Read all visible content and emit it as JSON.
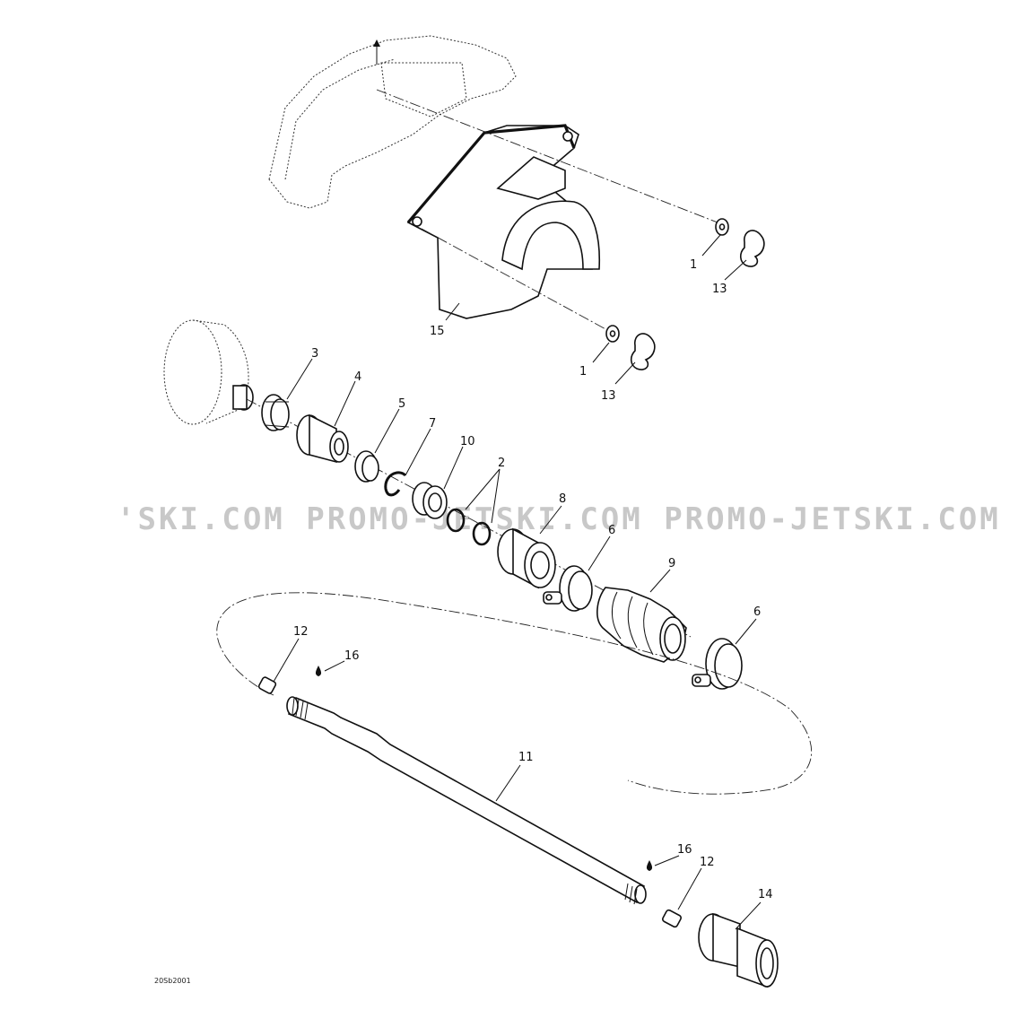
{
  "diagram": {
    "drawing_ref": "20Sb2001",
    "watermark": "'SKI.COM   PROMO-JETSKI.COM   PROMO-JETSKI.COM",
    "callouts": [
      {
        "id": "callout-1a",
        "label": "1"
      },
      {
        "id": "callout-13a",
        "label": "13"
      },
      {
        "id": "callout-15",
        "label": "15"
      },
      {
        "id": "callout-1b",
        "label": "1"
      },
      {
        "id": "callout-13b",
        "label": "13"
      },
      {
        "id": "callout-3",
        "label": "3"
      },
      {
        "id": "callout-4",
        "label": "4"
      },
      {
        "id": "callout-5",
        "label": "5"
      },
      {
        "id": "callout-7",
        "label": "7"
      },
      {
        "id": "callout-10",
        "label": "10"
      },
      {
        "id": "callout-2",
        "label": "2"
      },
      {
        "id": "callout-8",
        "label": "8"
      },
      {
        "id": "callout-6a",
        "label": "6"
      },
      {
        "id": "callout-9",
        "label": "9"
      },
      {
        "id": "callout-6b",
        "label": "6"
      },
      {
        "id": "callout-12a",
        "label": "12"
      },
      {
        "id": "callout-16a",
        "label": "16"
      },
      {
        "id": "callout-11",
        "label": "11"
      },
      {
        "id": "callout-16b",
        "label": "16"
      },
      {
        "id": "callout-12b",
        "label": "12"
      },
      {
        "id": "callout-14",
        "label": "14"
      }
    ]
  }
}
